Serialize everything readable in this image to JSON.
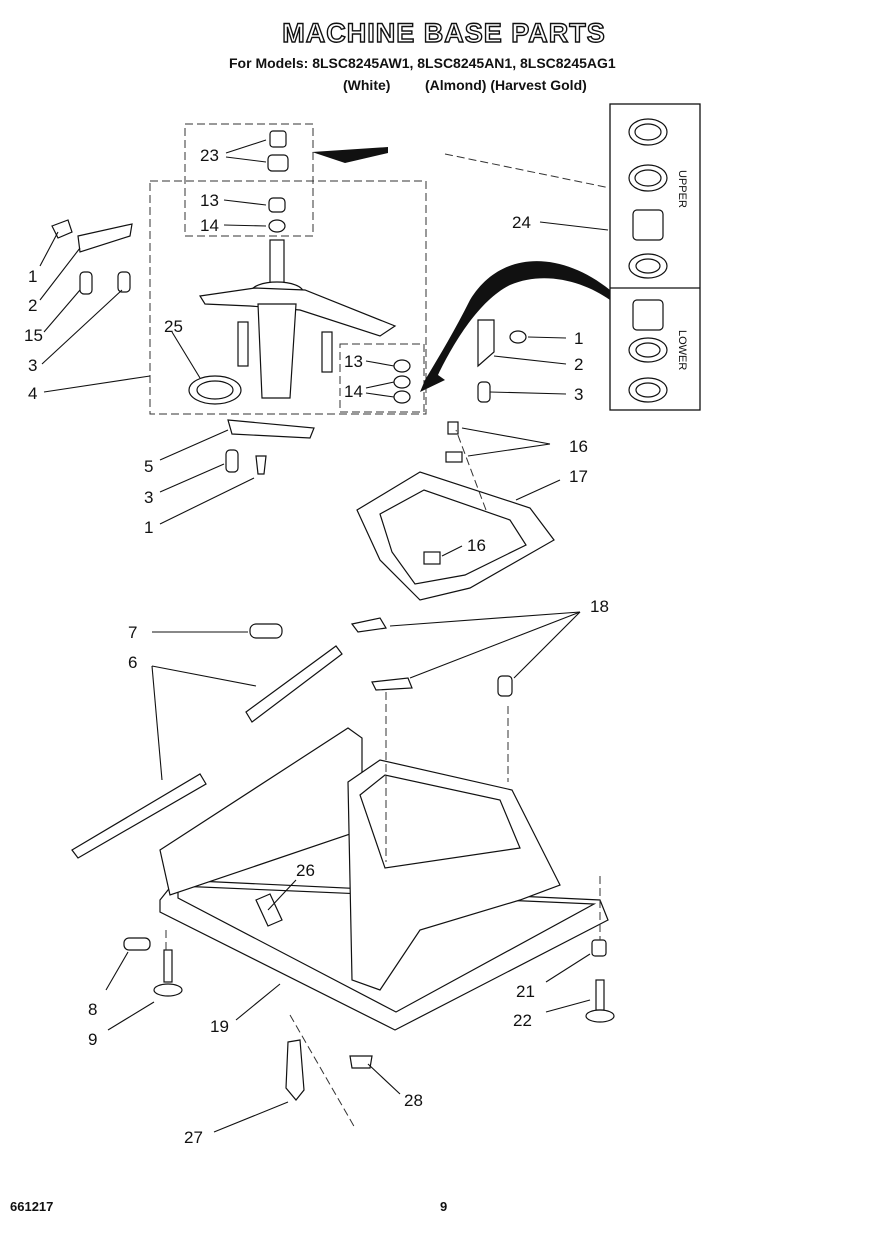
{
  "header": {
    "title": "MACHINE BASE PARTS",
    "models_line": "For Models: 8LSC8245AW1, 8LSC8245AN1, 8LSC8245AG1",
    "color_white": "(White)",
    "color_almond_harvest": "(Almond) (Harvest Gold)"
  },
  "insets": {
    "upper": "UPPER",
    "lower": "LOWER"
  },
  "callouts": {
    "c23": "23",
    "c13a": "13",
    "c14a": "14",
    "c1a": "1",
    "c2a": "2",
    "c15": "15",
    "c3a": "3",
    "c4": "4",
    "c25": "25",
    "c13b": "13",
    "c14b": "14",
    "c24": "24",
    "c1b": "1",
    "c2b": "2",
    "c3b": "3",
    "c16a": "16",
    "c17": "17",
    "c16b": "16",
    "c5": "5",
    "c3c": "3",
    "c1c": "1",
    "c7": "7",
    "c6": "6",
    "c18": "18",
    "c26": "26",
    "c8": "8",
    "c9": "9",
    "c19": "19",
    "c21": "21",
    "c22": "22",
    "c28": "28",
    "c27": "27"
  },
  "footer": {
    "doc_number": "661217",
    "page_number": "9"
  }
}
